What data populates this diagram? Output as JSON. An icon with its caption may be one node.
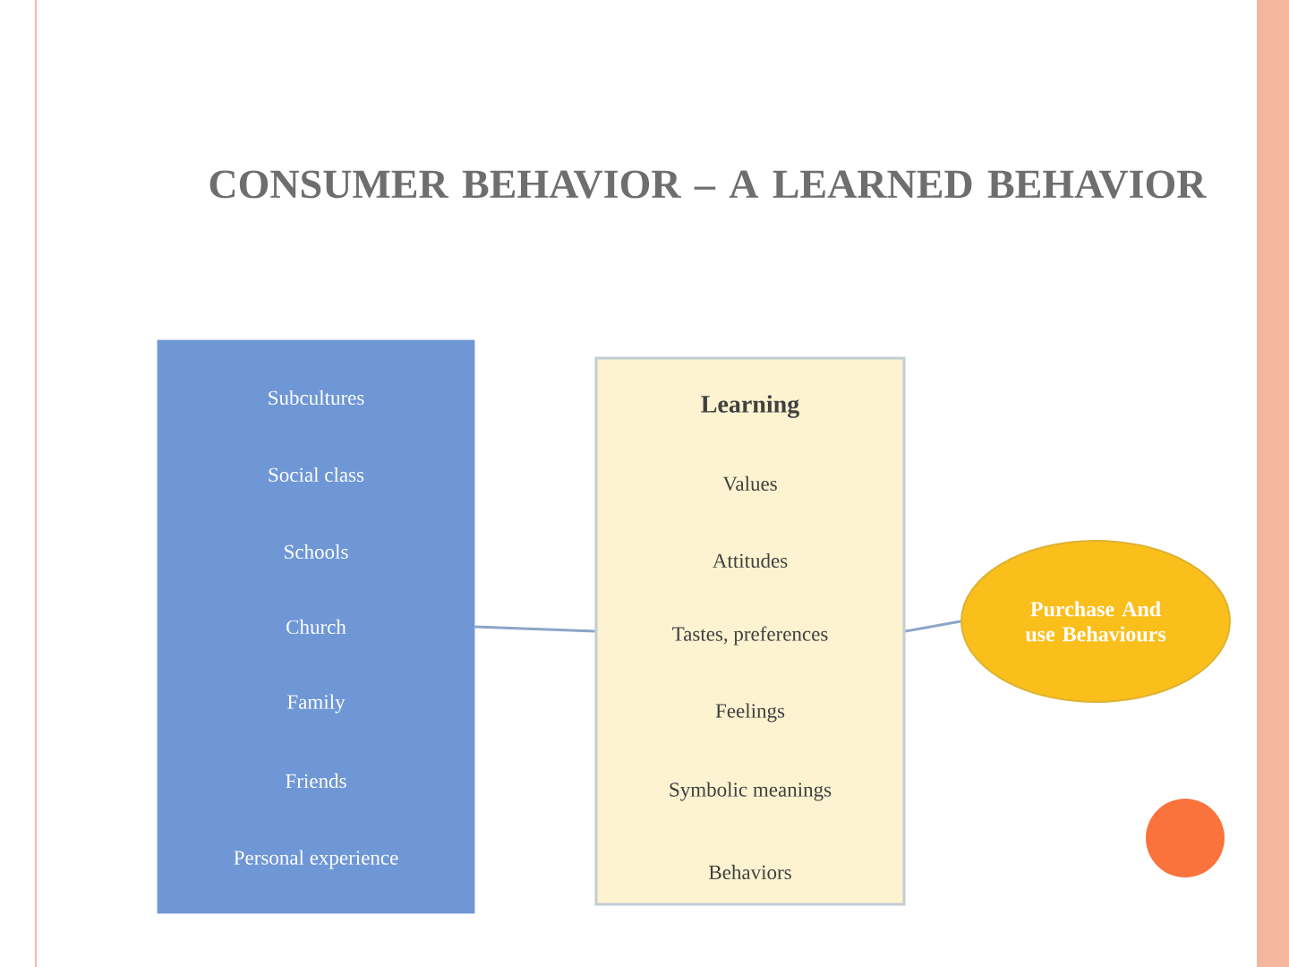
{
  "diagram": {
    "title": "CONSUMER BEHAVIOR –  A LEARNED BEHAVIOR",
    "nodes": [
      {
        "text": [
          "Subcultures",
          "Social class",
          "Schools",
          "Church",
          "Family",
          "Friends",
          "Personal experience"
        ]
      },
      {
        "text": [
          "Learning",
          "Values",
          "Attitudes",
          "Tastes, preferences",
          "Feelings",
          "Symbolic meanings",
          "Behaviors"
        ]
      },
      {
        "text": [
          "Purchase And use Behaviours"
        ]
      }
    ],
    "edges": [
      {
        "from": 0,
        "to": 1,
        "arrow": "none"
      },
      {
        "from": 1,
        "to": 2,
        "arrow": "none"
      }
    ]
  }
}
